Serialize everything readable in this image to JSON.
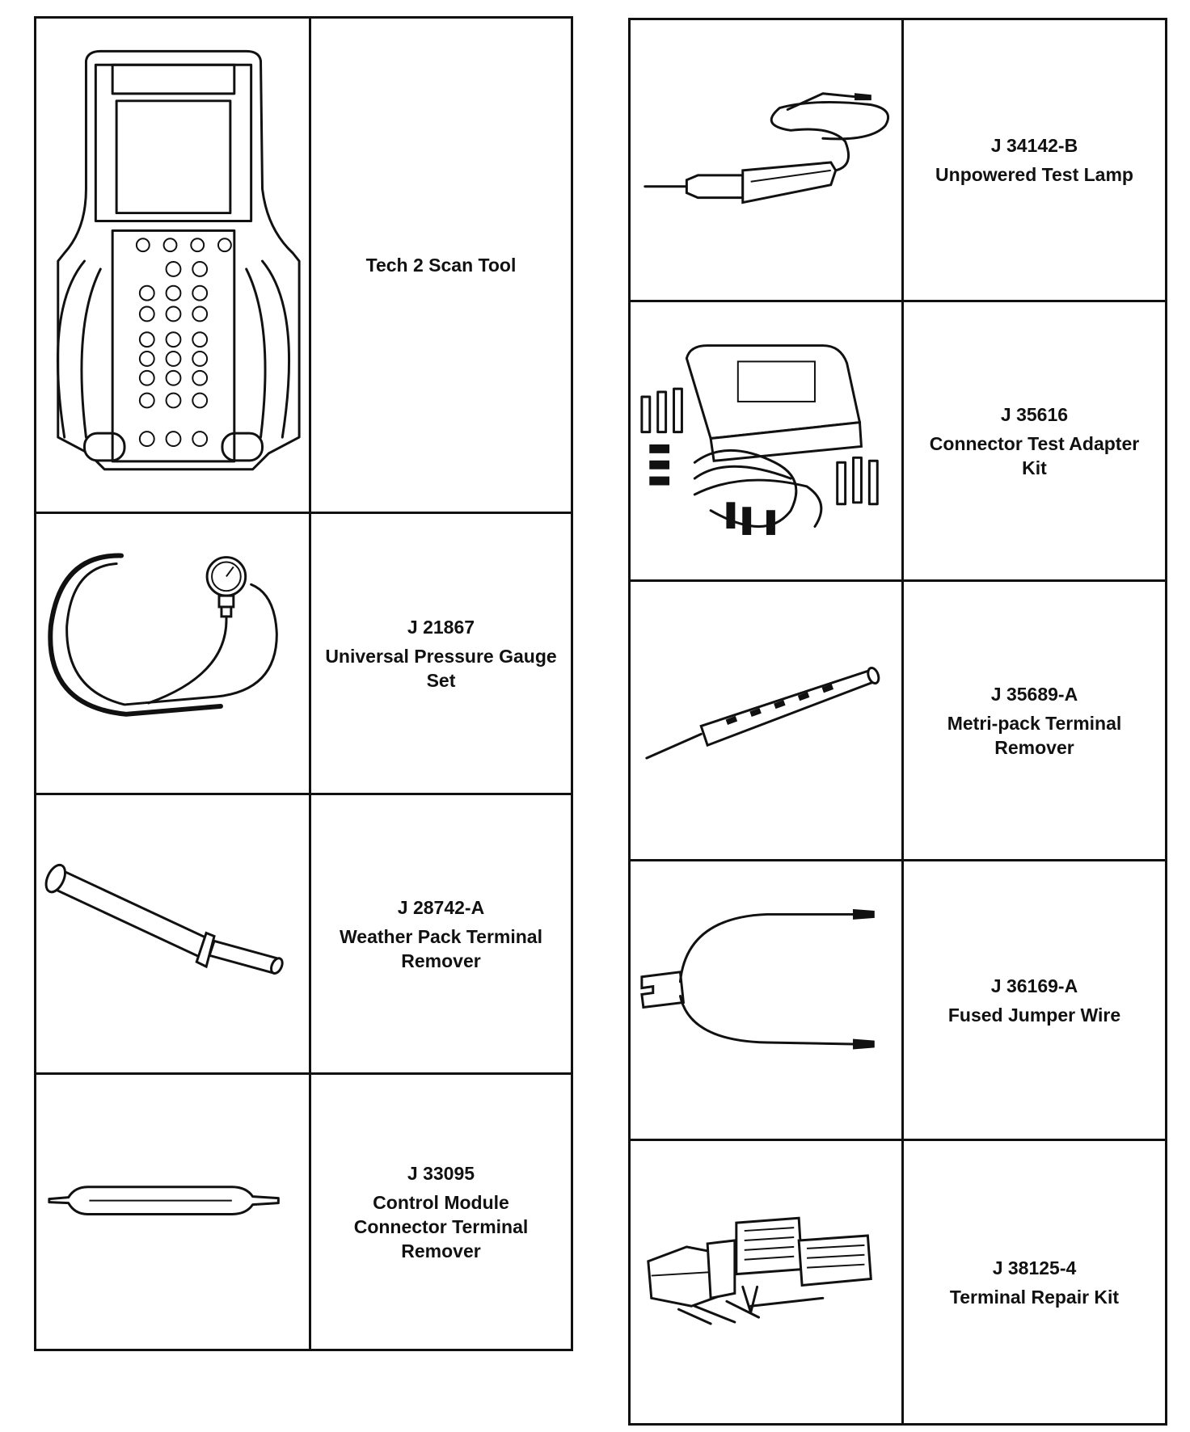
{
  "left_table": [
    {
      "number": "",
      "name": "Tech 2 Scan Tool",
      "icon": "scan-tool-icon"
    },
    {
      "number": "J 21867",
      "name": "Universal Pressure Gauge Set",
      "icon": "pressure-gauge-icon"
    },
    {
      "number": "J 28742-A",
      "name": "Weather Pack Terminal Remover",
      "icon": "terminal-remover-tube-icon"
    },
    {
      "number": "J 33095",
      "name": "Control Module Connector Terminal Remover",
      "icon": "flat-terminal-remover-icon"
    }
  ],
  "right_table": [
    {
      "number": "J 34142-B",
      "name": "Unpowered Test Lamp",
      "icon": "test-lamp-icon"
    },
    {
      "number": "J 35616",
      "name": "Connector Test Adapter Kit",
      "icon": "adapter-kit-icon"
    },
    {
      "number": "J 35689-A",
      "name": "Metri-pack Terminal Remover",
      "icon": "metri-pack-remover-icon"
    },
    {
      "number": "J 36169-A",
      "name": "Fused Jumper Wire",
      "icon": "jumper-wire-icon"
    },
    {
      "number": "J 38125-4",
      "name": "Terminal Repair Kit",
      "icon": "repair-kit-icon"
    }
  ]
}
